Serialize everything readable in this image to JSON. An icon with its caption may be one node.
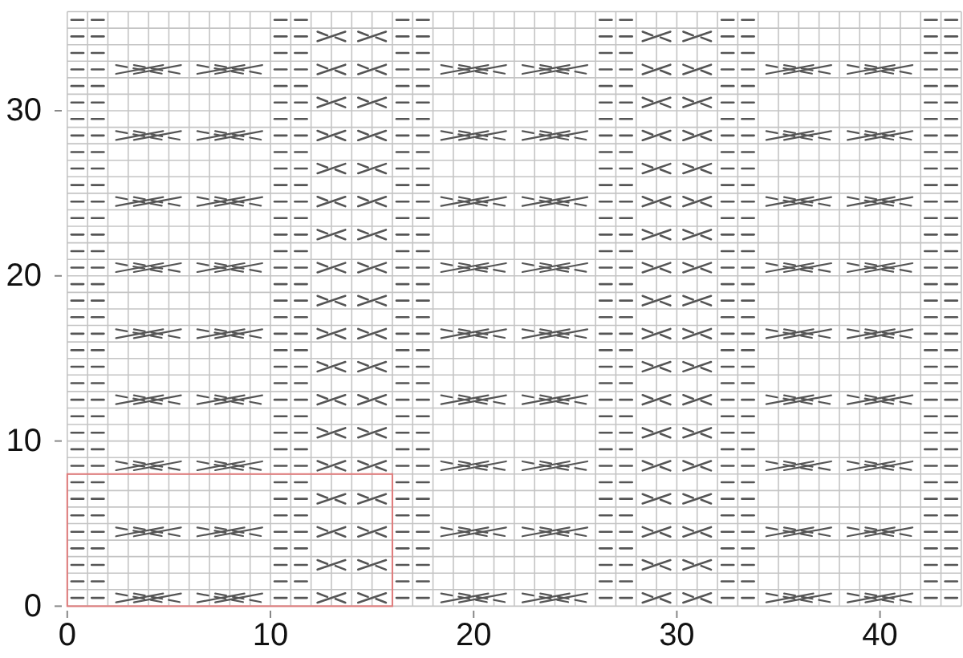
{
  "diagram": {
    "labels": [
      "30",
      "20",
      "10",
      "0",
      "0",
      "10",
      "20",
      "30",
      "40"
    ]
  }
}
